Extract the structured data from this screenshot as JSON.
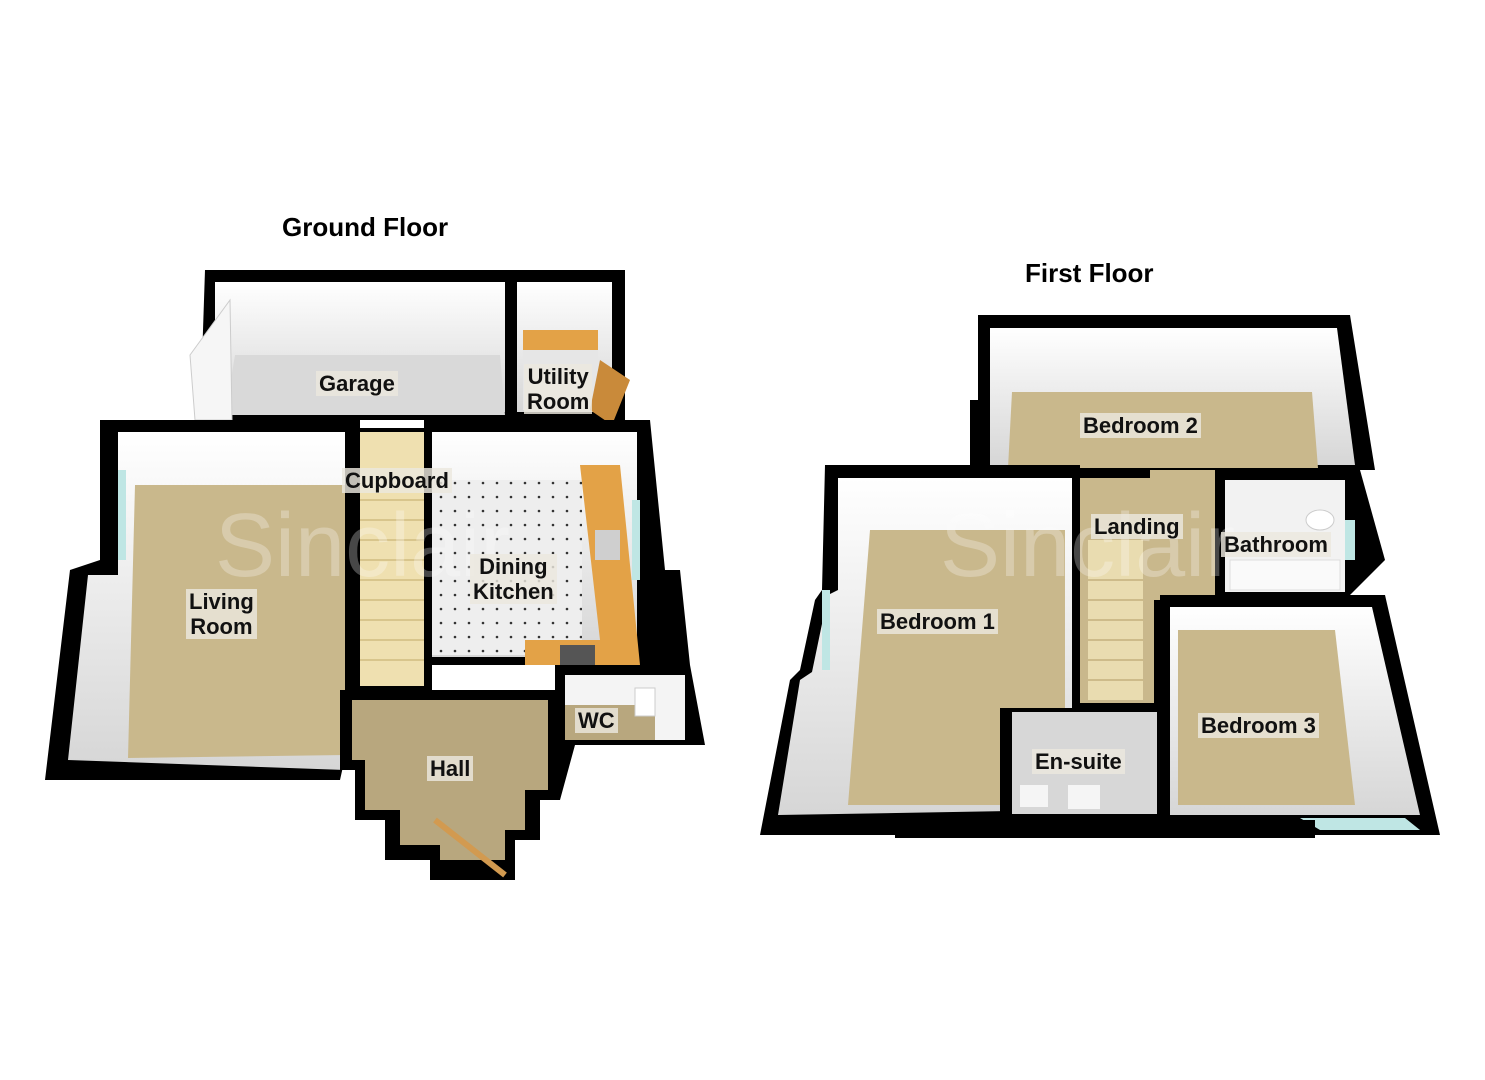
{
  "plan": {
    "watermark": "Sinclair",
    "colors": {
      "wall": "#000000",
      "inner_wall": "#f4f4f4",
      "carpet": "#c9b88c",
      "garage_floor": "#d8d8d8",
      "kitchen_floor": "#ececec",
      "worktop": "#e3a247",
      "window": "#bfe6e4"
    },
    "ground_floor": {
      "title": "Ground Floor",
      "rooms": [
        {
          "id": "garage",
          "label": "Garage"
        },
        {
          "id": "utility",
          "label": "Utility\nRoom"
        },
        {
          "id": "cupboard",
          "label": "Cupboard"
        },
        {
          "id": "living",
          "label": "Living\nRoom"
        },
        {
          "id": "kitchen",
          "label": "Dining\nKitchen"
        },
        {
          "id": "wc",
          "label": "WC"
        },
        {
          "id": "hall",
          "label": "Hall"
        }
      ]
    },
    "first_floor": {
      "title": "First Floor",
      "rooms": [
        {
          "id": "bedroom2",
          "label": "Bedroom 2"
        },
        {
          "id": "landing",
          "label": "Landing"
        },
        {
          "id": "bathroom",
          "label": "Bathroom"
        },
        {
          "id": "bedroom1",
          "label": "Bedroom 1"
        },
        {
          "id": "bedroom3",
          "label": "Bedroom 3"
        },
        {
          "id": "ensuite",
          "label": "En-suite"
        }
      ]
    }
  }
}
